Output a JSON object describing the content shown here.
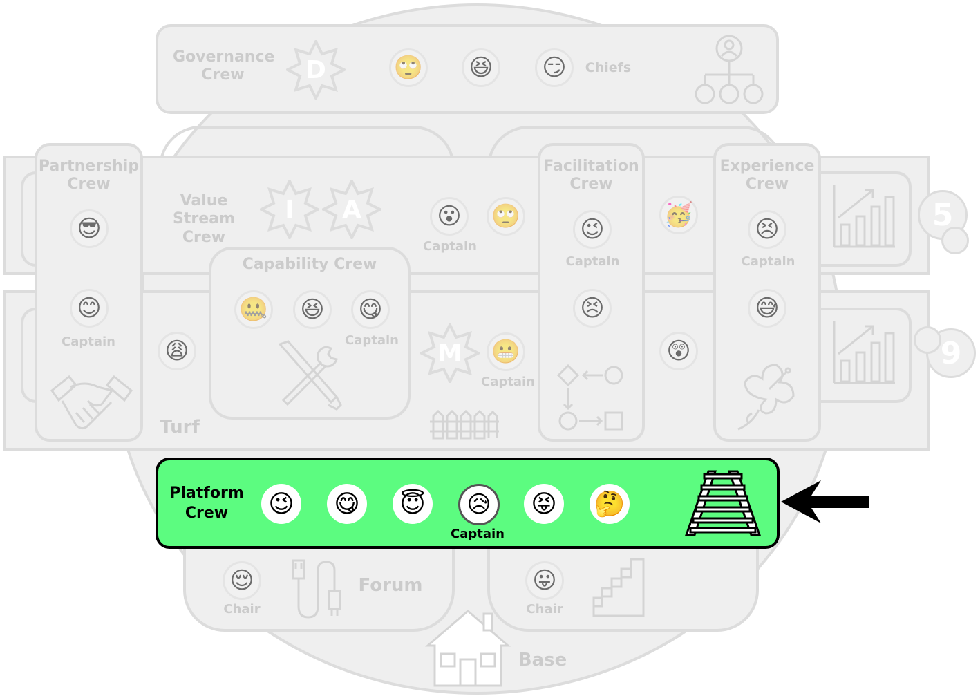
{
  "governance": {
    "title": "Governance\nCrew",
    "star": "D",
    "role": "Chiefs",
    "emojis": [
      "🙄",
      "😆",
      "😏"
    ]
  },
  "partnership": {
    "title": "Partnership\nCrew",
    "emojis": [
      "😎",
      "😊"
    ],
    "role": "Captain"
  },
  "value_stream": {
    "title": "Value Stream\nCrew",
    "stars": [
      "I",
      "A"
    ],
    "emojis": [
      "😮",
      "🙄"
    ],
    "role": "Captain"
  },
  "capability": {
    "title": "Capability Crew",
    "emojis": [
      "🤐",
      "😆",
      "😋"
    ],
    "role": "Captain"
  },
  "m_star": "M",
  "m_emoji": "😬",
  "m_role": "Captain",
  "turf": {
    "title": "Turf",
    "emoji": "😩"
  },
  "facilitation": {
    "title": "Facilitation\nCrew",
    "emojis": [
      "😉",
      "😣"
    ],
    "role": "Captain",
    "extra": [
      "🥳",
      "😲"
    ]
  },
  "experience": {
    "title": "Experience\nCrew",
    "emojis": [
      "😣",
      "😅"
    ],
    "role": "Captain"
  },
  "badges": [
    "5",
    "9"
  ],
  "platform": {
    "title": "Platform\nCrew",
    "emojis": [
      "😉",
      "😋",
      "😇",
      "😥",
      "😝",
      "🤔"
    ],
    "role": "Captain",
    "highlight": "#5cfc80",
    "border": "#000000"
  },
  "forum": {
    "title": "Forum",
    "emoji": "😌",
    "role": "Chair"
  },
  "right_bottom": {
    "emoji": "😛",
    "role": "Chair"
  },
  "base": {
    "title": "Base"
  }
}
